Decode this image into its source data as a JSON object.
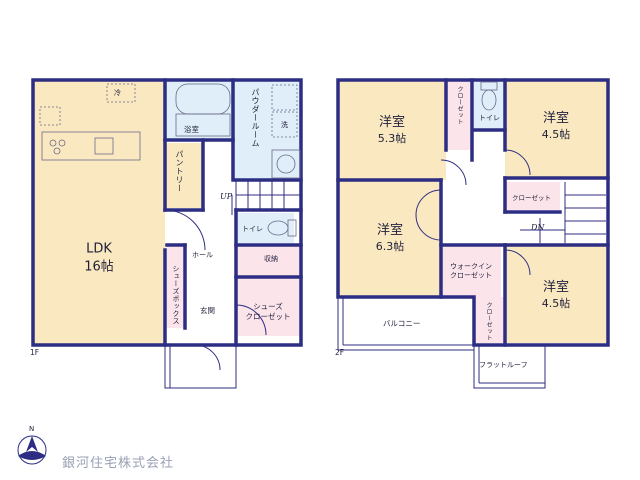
{
  "floor1": {
    "label": "1F",
    "ldk": {
      "name": "LDK",
      "size": "16帖"
    },
    "cold_mark": "冷",
    "bath": "浴室",
    "powder_room": "パウダールーム",
    "wash_mark": "洗",
    "pantry": "パントリー",
    "up": "UP",
    "toilet": "トイレ",
    "hall": "ホール",
    "storage": "収納",
    "shoe_box": "シューズボックス",
    "entrance": "玄関",
    "shoe_closet": "シューズ\nクローゼット"
  },
  "floor2": {
    "label": "2F",
    "room_a": {
      "name": "洋室",
      "size": "5.3帖"
    },
    "closet_a": "クローゼット",
    "toilet": "トイレ",
    "room_b": {
      "name": "洋室",
      "size": "4.5帖"
    },
    "closet_b": "クローゼット",
    "room_c": {
      "name": "洋室",
      "size": "6.3帖"
    },
    "dn": "DN",
    "walkin": "ウォークイン\nクローゼット",
    "room_d": {
      "name": "洋室",
      "size": "4.5帖"
    },
    "closet_d": "クローゼット",
    "balcony": "バルコニー",
    "flat_roof": "フラットルーフ"
  },
  "compass": "N",
  "company": "銀河住宅株式会社",
  "colors": {
    "wall": "#2d2e83",
    "room_fill": "#fae8c0",
    "wet_fill": "#dfeef8",
    "storage_fill": "#fbe4ea"
  }
}
